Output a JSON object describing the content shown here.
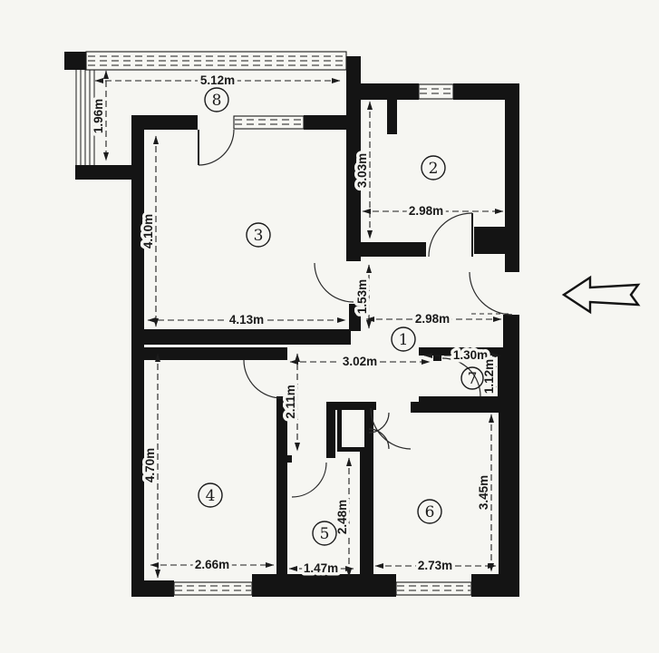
{
  "rooms": [
    "1",
    "2",
    "3",
    "4",
    "5",
    "6",
    "7",
    "8"
  ],
  "dimensions": {
    "balcony_width": "5.12m",
    "balcony_depth": "1.96m",
    "room2_depth": "3.03m",
    "room2_width": "2.98m",
    "room3_depth": "4.10m",
    "room3_width": "4.13m",
    "hall_opening_depth": "1.53m",
    "hall_width": "2.98m",
    "hall_length": "3.02m",
    "wc_width": "1.30m",
    "wc_depth": "1.12m",
    "corridor_depth": "2.11m",
    "room4_depth": "4.70m",
    "room4_width": "2.66m",
    "room5_depth": "2.48m",
    "room5_width": "1.47m",
    "room6_width": "2.73m",
    "room6_depth": "3.45m"
  }
}
